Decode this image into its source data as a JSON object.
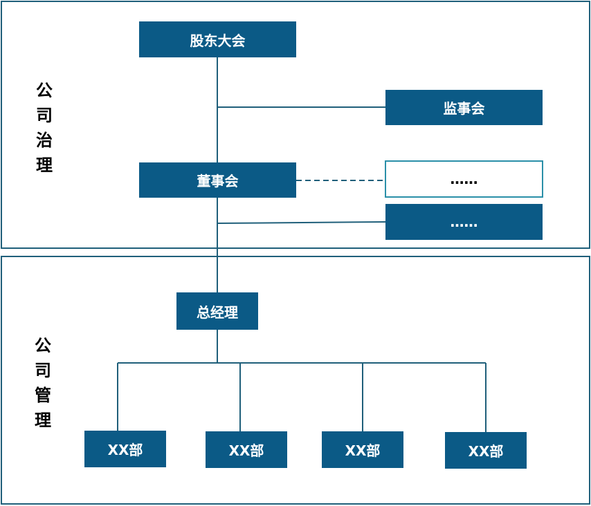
{
  "sections": {
    "governance": {
      "label_chars": [
        "公",
        "司",
        "治",
        "理"
      ]
    },
    "management": {
      "label_chars": [
        "公",
        "司",
        "管",
        "理"
      ]
    }
  },
  "nodes": {
    "shareholders": "股东大会",
    "supervisors": "监事会",
    "board": "董事会",
    "other_committee_1": "……",
    "other_committee_2": "……",
    "general_manager": "总经理",
    "departments": [
      "XX部",
      "XX部",
      "XX部",
      "XX部"
    ]
  },
  "colors": {
    "node_fill": "#0b5a86",
    "outline_border": "#2a8fa8",
    "frame": "#1f5f7a",
    "connector": "#1f5f7a"
  }
}
